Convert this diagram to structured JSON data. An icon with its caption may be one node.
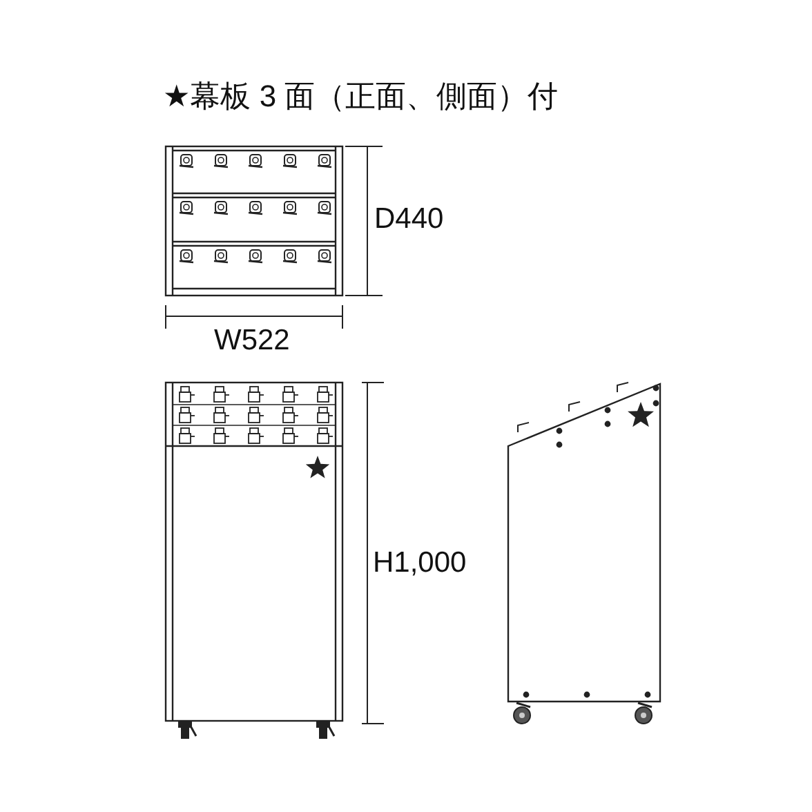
{
  "diagram": {
    "title": "★幕板 3 面（正面、側面）付",
    "labels": [
      "D440",
      "W522",
      "H1,000"
    ]
  }
}
